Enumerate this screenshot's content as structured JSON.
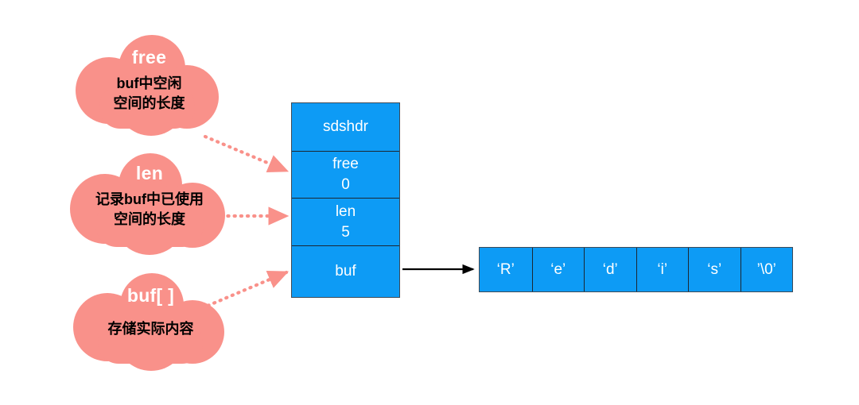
{
  "colors": {
    "cloud": "#F9918A",
    "block": "#0D9BF5",
    "block_border": "#3D4A57",
    "dotted_connector": "#F9918A",
    "solid_connector": "#000000",
    "cloud_title_text": "#FFFFFF",
    "cloud_desc_text": "#000000",
    "block_text": "#FFFFFF",
    "background": "#FFFFFF"
  },
  "clouds": [
    {
      "id": "free",
      "title": "free",
      "desc_lines": [
        "buf中空闲",
        "空间的长度"
      ]
    },
    {
      "id": "len",
      "title": "len",
      "desc_lines": [
        "记录buf中已使用",
        "空间的长度"
      ]
    },
    {
      "id": "buf",
      "title": "buf[ ]",
      "desc_lines": [
        "存储实际内容"
      ]
    }
  ],
  "struct": {
    "header": "sdshdr",
    "rows": [
      {
        "id": "free",
        "label": "free",
        "value": "0"
      },
      {
        "id": "len",
        "label": "len",
        "value": "5"
      },
      {
        "id": "buf",
        "label": "buf",
        "value": ""
      }
    ]
  },
  "char_array": {
    "cells": [
      "‘R’",
      "‘e’",
      "‘d’",
      "‘i’",
      "‘s’",
      "’\\0’"
    ]
  }
}
